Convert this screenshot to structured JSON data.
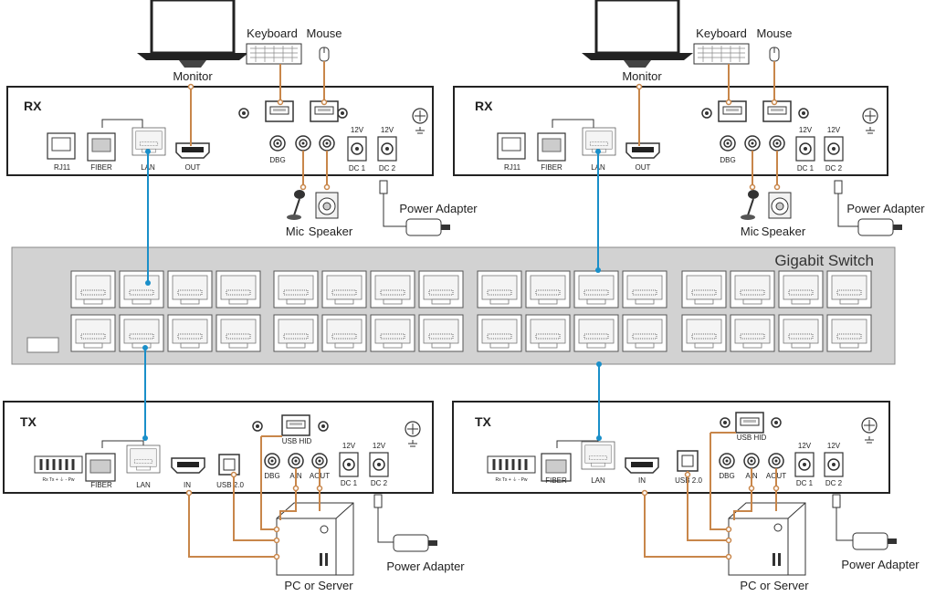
{
  "switch": {
    "title": "Gigabit Switch"
  },
  "rx": {
    "title": "RX",
    "ports": {
      "rj11": "RJ11",
      "fiber": "FIBER",
      "lan": "LAN",
      "out": "OUT",
      "dbg": "DBG",
      "dc1": "DC 1",
      "dc2": "DC 2",
      "volt": "12V"
    },
    "peripherals": {
      "monitor": "Monitor",
      "keyboard": "Keyboard",
      "mouse": "Mouse",
      "mic": "Mic",
      "speaker": "Speaker",
      "power": "Power Adapter"
    }
  },
  "tx": {
    "title": "TX",
    "ports": {
      "terminal": "Rx Tx +  ⏚  -  Pw",
      "fiber": "FIBER",
      "lan": "LAN",
      "in": "IN",
      "usb2": "USB 2.0",
      "usbhid": "USB HID",
      "dbg": "DBG",
      "ain": "AIN",
      "aout": "AOUT",
      "dc1": "DC 1",
      "dc2": "DC 2",
      "volt": "12V"
    },
    "peripherals": {
      "pc": "PC  or Server",
      "power": "Power Adapter"
    }
  },
  "colors": {
    "lan_cable": "#1a8fc9",
    "av_cable": "#c8864a",
    "switch_body": "#d2d2d2"
  }
}
